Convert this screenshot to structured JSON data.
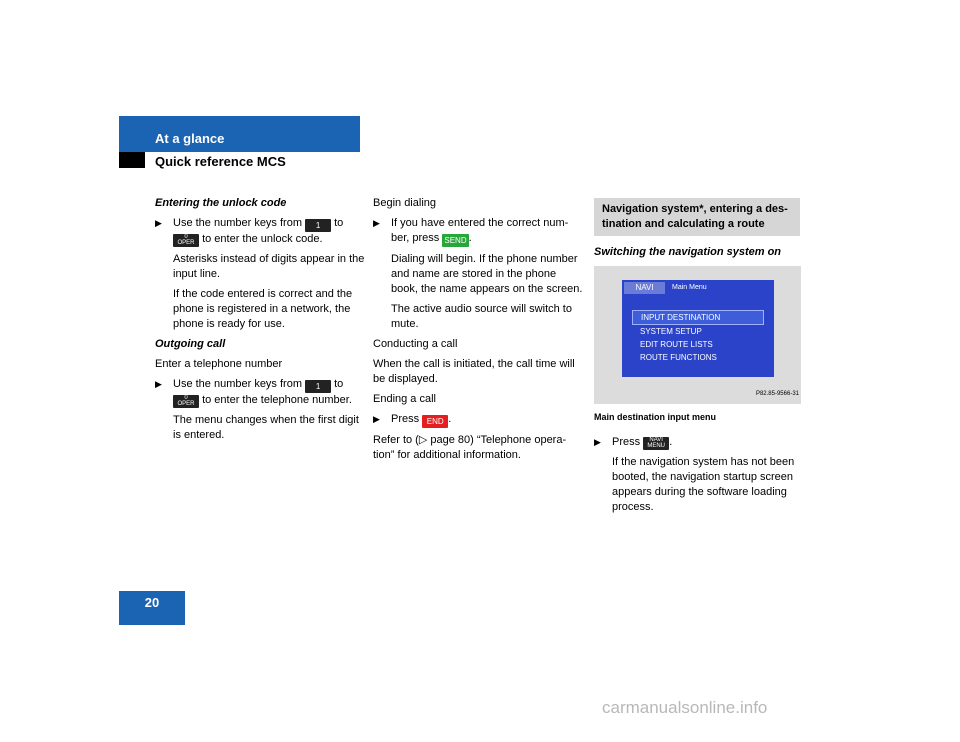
{
  "header": {
    "title": "At a glance",
    "subtitle": "Quick reference MCS"
  },
  "page_number": "20",
  "col1": {
    "heading1": "Entering the unlock code",
    "step1_pre": "Use the number keys from",
    "step1_mid": "to",
    "step1_post": "to enter the unlock code.",
    "para1": "Asterisks instead of digits appear in the input line.",
    "para2": "If the code entered is correct and the phone is registered in a network, the phone is ready for use.",
    "heading2": "Outgoing call",
    "para3": "Enter a telephone number",
    "step2_pre": "Use the number keys from",
    "step2_mid": "to",
    "step2_post": "to enter the telephone number.",
    "para4": "The menu changes when the first digit is entered."
  },
  "col2": {
    "para1": "Begin dialing",
    "step1_pre": "If you have entered the correct num-ber, press",
    "step1_post": ".",
    "para2": "Dialing will begin. If the phone number and name are stored in the phone book, the name appears on the screen.",
    "para3": "The active audio source will switch to mute.",
    "para4": "Conducting a call",
    "para5": "When the call is initiated, the call time will be displayed.",
    "para6": "Ending a call",
    "step2_pre": "Press",
    "step2_post": ".",
    "para7": "Refer to (▷ page 80) “Telephone opera-tion” for additional information."
  },
  "col3": {
    "section_title": "Navigation system*, entering a des-tination and calculating a route",
    "heading": "Switching the navigation system on",
    "caption": "Main destination input menu",
    "step1_pre": "Press",
    "step1_post": ".",
    "para1": "If the navigation system has not been booted, the navigation startup screen appears during the software loading process."
  },
  "screen": {
    "tab": "NAVI",
    "title": "Main Menu",
    "items": [
      "INPUT DESTINATION",
      "SYSTEM SETUP",
      "EDIT ROUTE LISTS",
      "ROUTE FUNCTIONS"
    ],
    "code": "P82.85-9566-31"
  },
  "keys": {
    "one_top": "1",
    "zero_top": "0",
    "zero_bottom": "OPER",
    "send": "SEND",
    "end": "END",
    "navi_top": "NAVI",
    "navi_bottom": "MENU"
  },
  "bullet": "▶",
  "watermark": "carmanualsonline.info",
  "colors": {
    "accent_blue": "#1b64b3",
    "send_green": "#27a63a",
    "end_red": "#e51f1f",
    "screen_blue": "#2b43c8"
  }
}
